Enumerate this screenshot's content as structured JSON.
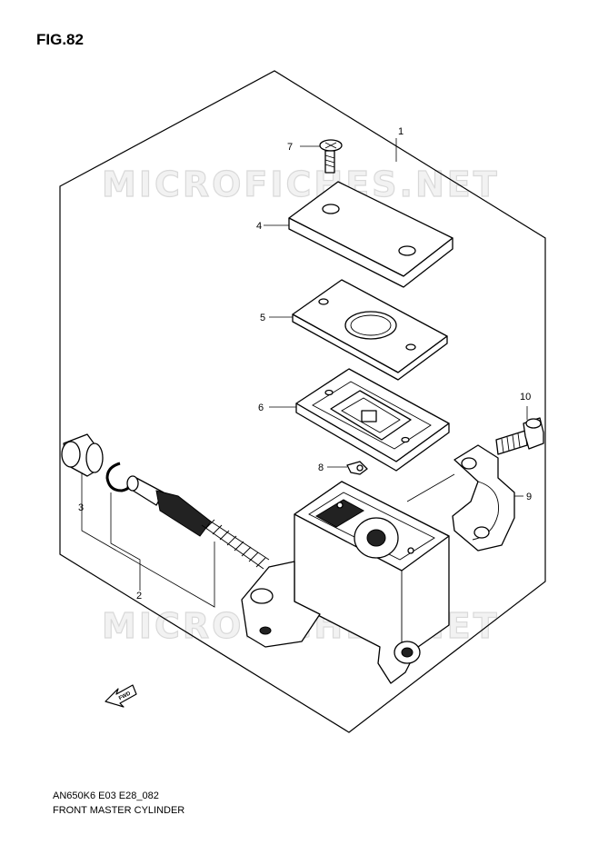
{
  "figure": {
    "title": "FIG.82"
  },
  "footer": {
    "code": "AN650K6 E03 E28_082",
    "name": "FRONT MASTER CYLINDER"
  },
  "watermark": "MICROFICHES.NET",
  "callouts": [
    "1",
    "2",
    "3",
    "4",
    "5",
    "6",
    "7",
    "8",
    "9",
    "10"
  ],
  "direction_arrow_label": "FWD"
}
